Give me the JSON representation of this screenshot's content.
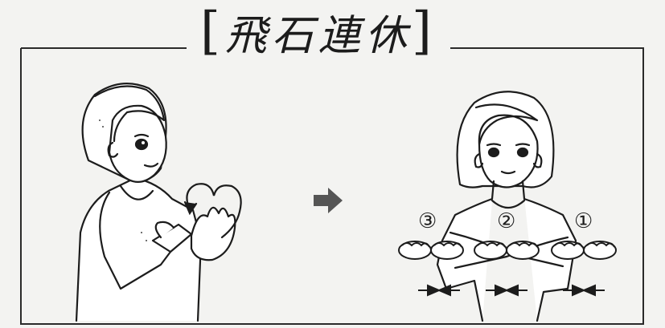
{
  "title": {
    "open_bracket": "[",
    "text": "飛石連休",
    "close_bracket": "]"
  },
  "markers": [
    "③",
    "②",
    "①"
  ],
  "colors": {
    "ink": "#1c1c1c",
    "paper": "#f3f3f1",
    "skin": "#ffffff",
    "arrow": "#555555"
  },
  "icons": {
    "transition": "right-arrow-icon",
    "motion": "circular-motion-arrow",
    "gap": "narrowing-arrows-icon"
  }
}
